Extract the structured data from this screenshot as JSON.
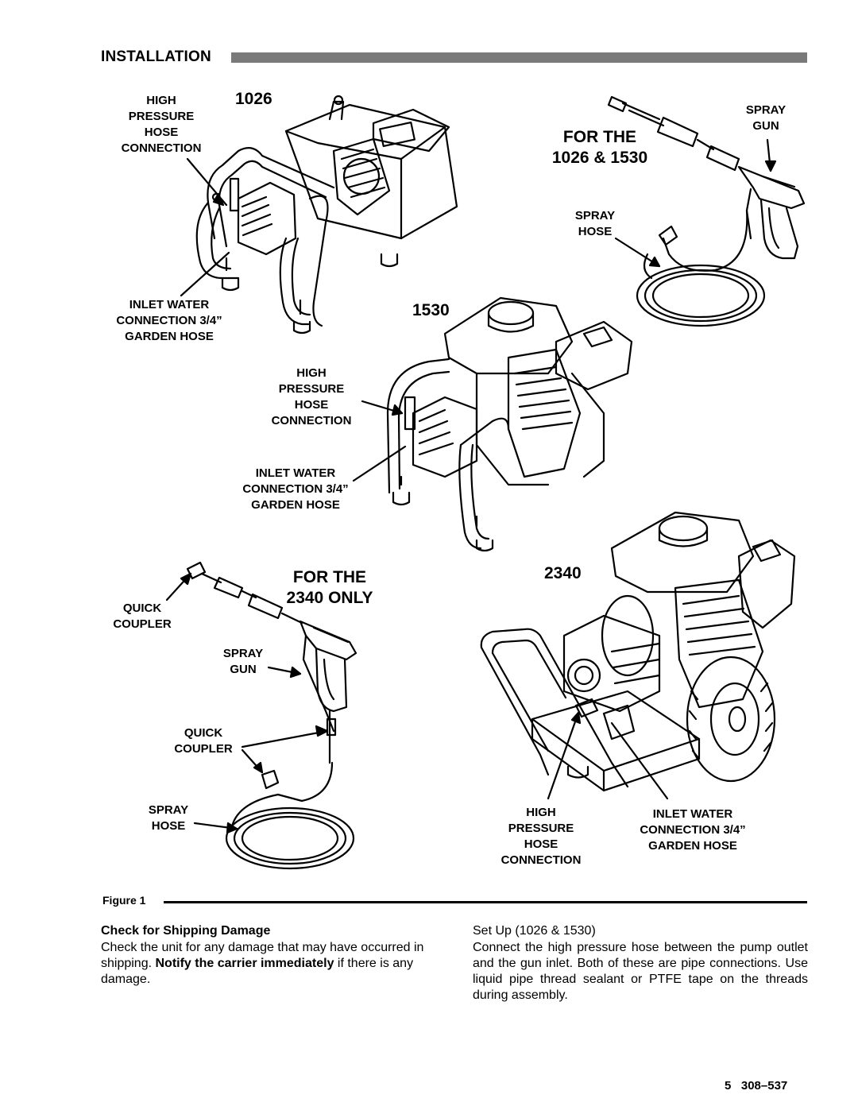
{
  "header": {
    "title": "INSTALLATION"
  },
  "models": {
    "m1026": "1026",
    "m1530": "1530",
    "m2340": "2340"
  },
  "callouts": {
    "for_1026_1530_line1": "FOR THE",
    "for_1026_1530_line2": "1026 & 1530",
    "for_2340_line1": "FOR THE",
    "for_2340_line2": "2340 ONLY"
  },
  "labels_1026": {
    "hp_hose": [
      "HIGH",
      "PRESSURE",
      "HOSE",
      "CONNECTION"
    ],
    "inlet": [
      "INLET WATER",
      "CONNECTION 3/4”",
      "GARDEN HOSE"
    ]
  },
  "labels_1530": {
    "hp_hose": [
      "HIGH",
      "PRESSURE",
      "HOSE",
      "CONNECTION"
    ],
    "inlet": [
      "INLET WATER",
      "CONNECTION 3/4”",
      "GARDEN HOSE"
    ]
  },
  "labels_gun_top": {
    "spray_gun": [
      "SPRAY",
      "GUN"
    ],
    "spray_hose": [
      "SPRAY",
      "HOSE"
    ]
  },
  "labels_gun_bottom": {
    "quick_coupler_1": [
      "QUICK",
      "COUPLER"
    ],
    "spray_gun": [
      "SPRAY",
      "GUN"
    ],
    "quick_coupler_2": [
      "QUICK",
      "COUPLER"
    ],
    "spray_hose": [
      "SPRAY",
      "HOSE"
    ]
  },
  "labels_2340": {
    "hp_hose": [
      "HIGH",
      "PRESSURE",
      "HOSE",
      "CONNECTION"
    ],
    "inlet": [
      "INLET WATER",
      "CONNECTION 3/4”",
      "GARDEN HOSE"
    ]
  },
  "figure": {
    "label": "Figure 1"
  },
  "sections": {
    "shipping": {
      "title": "Check for Shipping Damage",
      "text_before": "Check the unit for any damage that may have occurred in shipping. ",
      "text_bold": "Notify the carrier immediately",
      "text_after": " if there is any damage."
    },
    "setup": {
      "title": "Set Up (1026 & 1530)",
      "text": "Connect the high pressure hose between the pump outlet and the gun inlet. Both of these are pipe connections. Use liquid pipe thread sealant or PTFE tape on the threads during assembly."
    }
  },
  "footer": {
    "page": "5",
    "doc_number": "308–537"
  }
}
